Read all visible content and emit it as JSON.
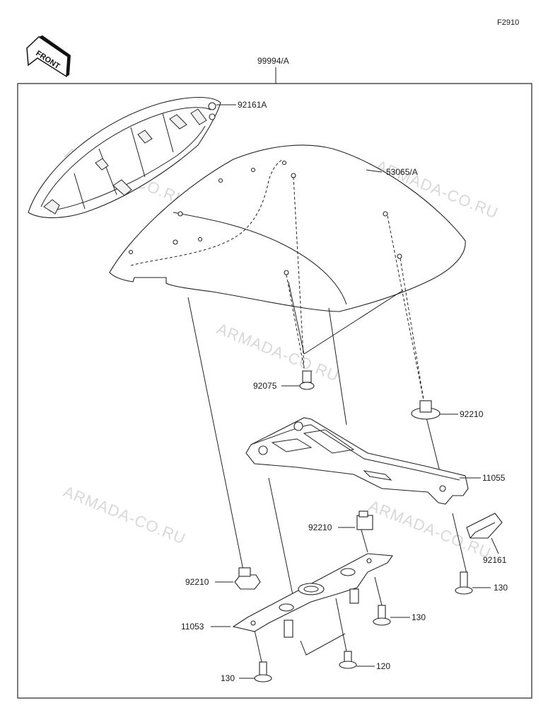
{
  "figure_code": "F2910",
  "front_label": "FRONT",
  "assembly_label": "99994/A",
  "watermark_text": "ARMADA-CO.RU",
  "parts": {
    "seat_cowl_bracket": "92161A",
    "seat_cover": "53065/A",
    "collar": "92075",
    "nut_top": "92210",
    "bracket_main": "11055",
    "nut_mid": "92210",
    "damper": "92161",
    "nut_left": "92210",
    "bolt_right": "130",
    "bolt_center": "130",
    "bracket_sub": "11053",
    "bolt_long": "120",
    "bolt_left": "130"
  }
}
